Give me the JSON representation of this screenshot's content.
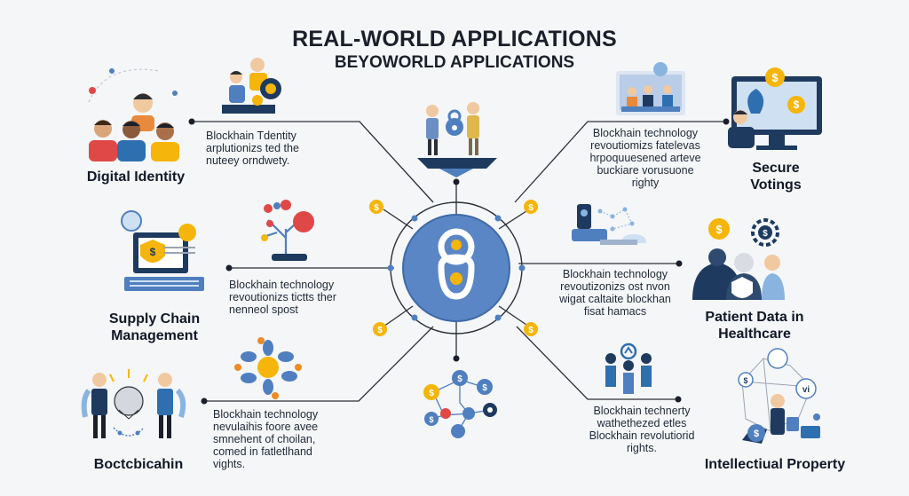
{
  "header": {
    "title": "REAL-WORLD APPLICATIONS",
    "subtitle": "BEYOWORLD APPLICATIONS"
  },
  "nodes": {
    "digital_identity": {
      "label": "Digital Identity",
      "description": [
        "Blockhain Tdentity",
        "arplutionizs ted the",
        "nuteey orndwety."
      ]
    },
    "secure_voting": {
      "label_lines": [
        "Secure",
        "Votings"
      ],
      "description": [
        "Blockhain technology",
        "revoutiomizs fatelevas",
        "hrpoquuesened arteve",
        "buckiare vorusuone",
        "righty"
      ]
    },
    "supply_chain": {
      "label_lines": [
        "Supply Chain",
        "Management"
      ],
      "description": [
        "Blockhain technology",
        "revoutionizs tictts ther",
        "nenneol spost"
      ]
    },
    "patient_data": {
      "label_lines": [
        "Patient Data in",
        "Healthcare"
      ],
      "description": [
        "Blockhain technology",
        "revoutizonizs ost nvon",
        "wigat caltaite blockhan",
        "fisat hamacs"
      ]
    },
    "blockchain": {
      "label": "Boctcbicahin",
      "description": [
        "Blockhain technology",
        "nevulaihis foore avee",
        "smnehent of choilan,",
        "comed in fatletlhand",
        "vights."
      ]
    },
    "intellectual_property": {
      "label": "Intellectiual Property",
      "description": [
        "Blockhain technerty",
        "wathethezed etles",
        "Blockhain revolutiorid",
        "rights."
      ]
    }
  },
  "icons": {
    "coin_symbol": "$",
    "vi_badge": "vi"
  },
  "colors": {
    "accent_blue": "#4f7fbf",
    "hub_blue": "#5b86c6",
    "coin_yellow": "#f5b50a",
    "orange": "#f08a24",
    "dark_navy": "#1e3a5f",
    "line": "#2b2f36",
    "background": "#f4f6f8"
  }
}
